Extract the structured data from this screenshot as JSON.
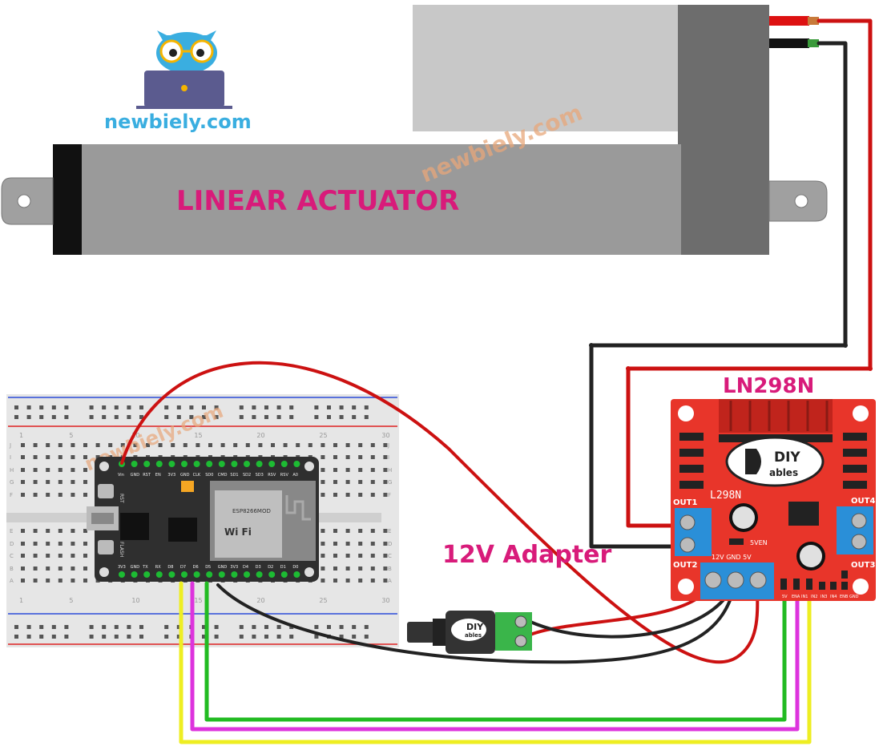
{
  "brand": {
    "site": "newbiely.com",
    "watermark": "newbiely.com"
  },
  "actuator": {
    "label": "LINEAR ACTUATOR"
  },
  "driver": {
    "label": "LN298N",
    "chip": "L298N",
    "logo_top": "DIY",
    "logo_bottom": "ables",
    "out1": "OUT1",
    "out2": "OUT2",
    "out3": "OUT3",
    "out4": "OUT4",
    "terminal_labels": "12V GND  5V",
    "jumper": "5VEN",
    "pin_labels": [
      "5V",
      "ENA",
      "IN1",
      "IN2",
      "IN3",
      "IN4",
      "ENB",
      "GND"
    ]
  },
  "adapter": {
    "label": "12V Adapter",
    "logo_top": "DIY",
    "logo_bottom": "ables"
  },
  "breadboard": {
    "col_numbers": [
      "1",
      "5",
      "10",
      "15",
      "20",
      "25",
      "30"
    ],
    "row_letters_top": [
      "J",
      "I",
      "H",
      "G",
      "F"
    ],
    "row_letters_bottom": [
      "E",
      "D",
      "C",
      "B",
      "A"
    ]
  },
  "mcu": {
    "module_brand": "Wi Fi",
    "module_text": "ESP8266MOD",
    "btn_rst": "RST",
    "btn_flash": "FLASH",
    "top_pins": [
      "Vin",
      "GND",
      "RST",
      "EN",
      "3V3",
      "GND",
      "CLK",
      "SD0",
      "CMD",
      "SD1",
      "SD2",
      "SD3",
      "RSV",
      "RSV",
      "A0"
    ],
    "bottom_pins": [
      "3V3",
      "GND",
      "TX",
      "RX",
      "D8",
      "D7",
      "D6",
      "D5",
      "GND",
      "3V3",
      "D4",
      "D3",
      "D2",
      "D1",
      "D0"
    ]
  },
  "colors": {
    "wire_red": "#cc1111",
    "wire_black": "#222222",
    "wire_green": "#22bb22",
    "wire_magenta": "#dd33dd",
    "wire_yellow": "#eeee22",
    "board_red": "#e8352a",
    "label_pink": "#d81b7a",
    "terminal_blue": "#2a8fd8"
  },
  "icons": [
    "owl-laptop-icon",
    "diyables-logo-icon",
    "wifi-logo-icon"
  ]
}
